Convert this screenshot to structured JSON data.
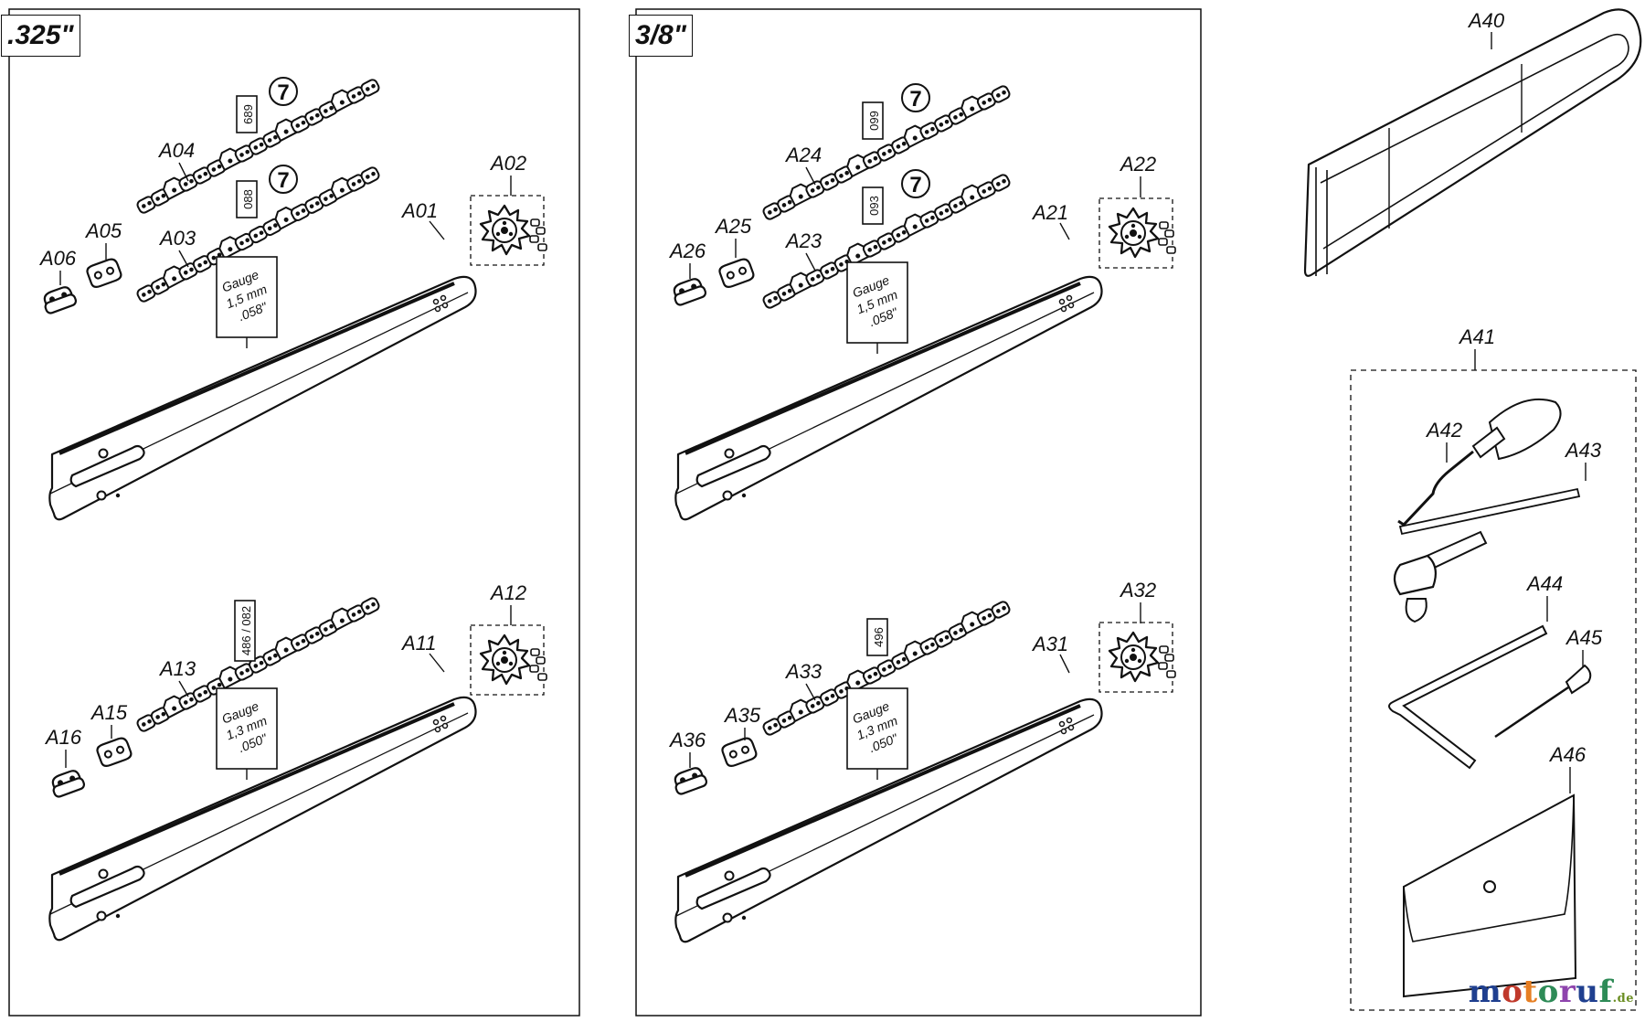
{
  "panels": {
    "left_label": ".325\"",
    "middle_label": "3/8\""
  },
  "callouts": {
    "A01": "A01",
    "A02": "A02",
    "A03": "A03",
    "A04": "A04",
    "A05": "A05",
    "A06": "A06",
    "A11": "A11",
    "A12": "A12",
    "A13": "A13",
    "A15": "A15",
    "A16": "A16",
    "A21": "A21",
    "A22": "A22",
    "A23": "A23",
    "A24": "A24",
    "A25": "A25",
    "A26": "A26",
    "A31": "A31",
    "A32": "A32",
    "A33": "A33",
    "A35": "A35",
    "A36": "A36",
    "A40": "A40",
    "A41": "A41",
    "A42": "A42",
    "A43": "A43",
    "A44": "A44",
    "A45": "A45",
    "A46": "A46"
  },
  "chain_tags": {
    "a04": "689",
    "a03": "088",
    "a13": "486 / 082",
    "a24": "099",
    "a23": "093",
    "a33": "496"
  },
  "gauge": {
    "g1": {
      "l1": "Gauge",
      "l2": "1,5 mm",
      "l3": ".058\""
    },
    "g2": {
      "l1": "Gauge",
      "l2": "1,3 mm",
      "l3": ".050\""
    },
    "g3": {
      "l1": "Gauge",
      "l2": "1,5 mm",
      "l3": ".058\""
    },
    "g4": {
      "l1": "Gauge",
      "l2": "1,3 mm",
      "l3": ".050\""
    }
  },
  "badge_glyph": "7",
  "watermark": {
    "main": "motoruf",
    "tld": ".de",
    "colors": [
      "#1f3f8f",
      "#c0392b",
      "#e67e22",
      "#2e8b57",
      "#8e44ad",
      "#1f3f8f",
      "#2e8b57"
    ]
  }
}
